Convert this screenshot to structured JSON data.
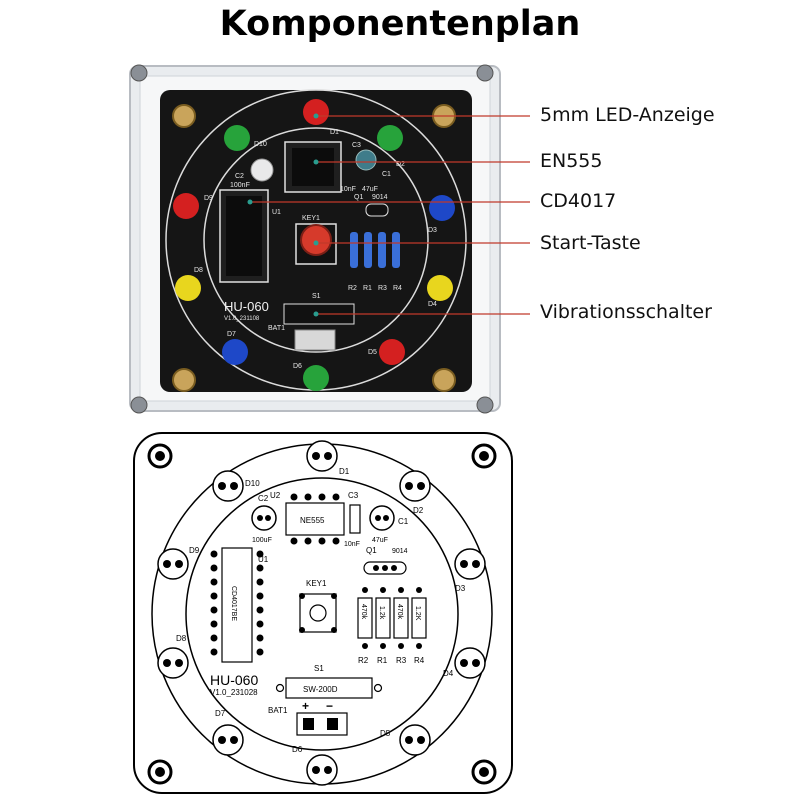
{
  "title": "Komponentenplan",
  "callouts": [
    {
      "label": "5mm LED-Anzeige"
    },
    {
      "label": "EN555"
    },
    {
      "label": "CD4017"
    },
    {
      "label": "Start-Taste"
    },
    {
      "label": "Vibrationsschalter"
    }
  ],
  "photo_board": {
    "model": "HU-060",
    "version": "V1.0_231108",
    "components": {
      "u1": "U1",
      "c2": "C2",
      "c2_value": "100nF",
      "c3": "C3",
      "c1": "C1",
      "c3_value": "10nF",
      "c1_value": "47uF",
      "q1": "Q1",
      "q1_value": "9014",
      "key": "KEY1",
      "s1": "S1",
      "bat": "BAT1"
    },
    "resistors": [
      "R2",
      "R1",
      "R3",
      "R4"
    ],
    "leds": [
      {
        "label": "D1",
        "color": "#d42020"
      },
      {
        "label": "D2",
        "color": "#27a33b"
      },
      {
        "label": "D3",
        "color": "#1e48c8"
      },
      {
        "label": "D4",
        "color": "#e8d61e"
      },
      {
        "label": "D5",
        "color": "#d42020"
      },
      {
        "label": "D6",
        "color": "#27a33b"
      },
      {
        "label": "D7",
        "color": "#1e48c8"
      },
      {
        "label": "D8",
        "color": "#e8d61e"
      },
      {
        "label": "D9",
        "color": "#d42020"
      },
      {
        "label": "D10",
        "color": "#27a33b"
      }
    ]
  },
  "pcb_drawing": {
    "model": "HU-060",
    "version": "V1.0_231028",
    "ne555": "NE555",
    "u2": "U2",
    "u1": "U1",
    "cd4017": "CD4017BE",
    "c2": "C2",
    "c2_value": "100uF",
    "c3": "C3",
    "c1": "C1",
    "c3_value": "10nF",
    "c1_value": "47uF",
    "q1": "Q1",
    "q1_value": "9014",
    "key": "KEY1",
    "s1": "S1",
    "switch": "SW-200D",
    "bat": "BAT1",
    "plus": "+",
    "minus": "−",
    "resistor_values": [
      "470k",
      "1.2k",
      "470k",
      "1.2K"
    ],
    "resistor_labels": [
      "R2",
      "R1",
      "R3",
      "R4"
    ],
    "led_labels": [
      "D1",
      "D2",
      "D3",
      "D4",
      "D5",
      "D6",
      "D7",
      "D8",
      "D9",
      "D10"
    ]
  }
}
